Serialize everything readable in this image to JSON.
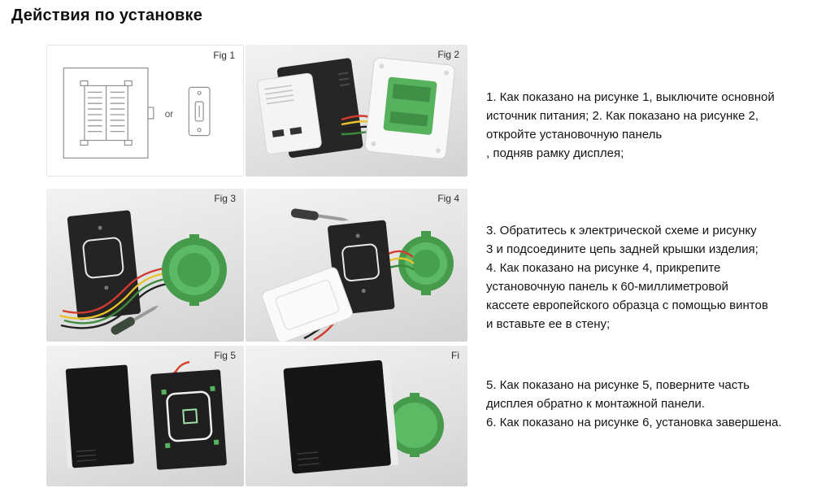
{
  "page": {
    "title": "Действия по установке"
  },
  "figures": {
    "fig1": {
      "label": "Fig 1",
      "or_label": "or"
    },
    "fig2": {
      "label": "Fig 2"
    },
    "fig3": {
      "label": "Fig 3"
    },
    "fig4": {
      "label": "Fig 4"
    },
    "f5": {
      "label": "Fig 5"
    },
    "fig6": {
      "label": "Fi"
    }
  },
  "instructions": {
    "block1": "1. Как показано на рисунке 1, выключите основной\nисточник питания; 2. Как показано на рисунке 2,\nоткройте установочную панель\n, подняв рамку дисплея;",
    "block2": "3. Обратитесь к электрической схеме и рисунку\n3 и подсоедините цепь задней крышки изделия;\n4. Как показано на рисунке 4, прикрепите\nустановочную панель к 60-миллиметровой\nкассете европейского образца с помощью винтов\nи вставьте ее в стену;",
    "block3": "5. Как показано на рисунке 5, поверните часть\nдисплея обратно к монтажной панели.\n6. Как показано на рисунке 6, установка завершена."
  },
  "colors": {
    "device_green": "#57b25e",
    "device_green_dark": "#3f8f47",
    "wire_red": "#d23b2f",
    "wire_yellow": "#e8c22a",
    "wire_green": "#3d8b3d",
    "wire_black": "#202020",
    "arrow_red": "#d7412e"
  }
}
